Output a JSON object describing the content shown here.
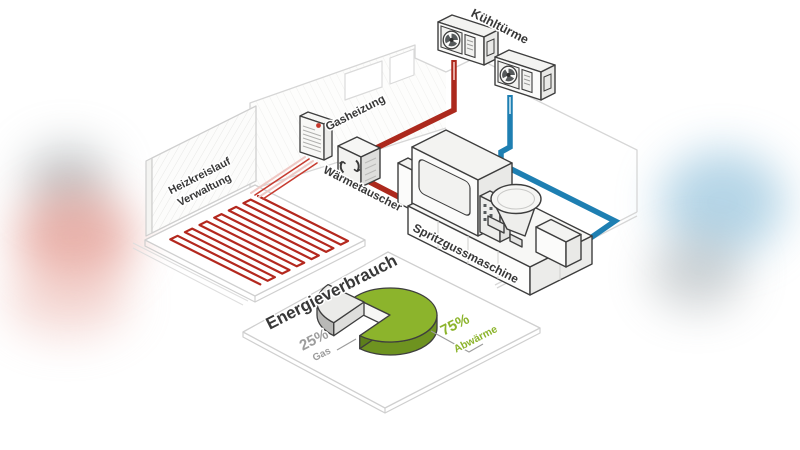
{
  "scene": {
    "labels": {
      "cooling_towers": "Kühltürme",
      "gas_heating": "Gasheizung",
      "heat_exchanger": "Wärmetauscher",
      "heating_circuit_line1": "Heizkreislauf",
      "heating_circuit_line2": "Verwaltung",
      "machine": "Spritzgussmaschine"
    },
    "energy_chart": {
      "title": "Energieverbrauch",
      "slices": [
        {
          "pct": "25%",
          "label": "Gas",
          "color": "#ebebe9"
        },
        {
          "pct": "75%",
          "label": "Abwärme",
          "color": "#8cb42c"
        }
      ]
    },
    "colors": {
      "hot_pipe": "#ac291d",
      "cold_pipe": "#1e7fb2",
      "waste_heat_green": "#8cb42c",
      "gas_gray": "#9d9d9d",
      "outline_dark": "#3e3e3e",
      "outline_light": "#d3d3d3"
    }
  },
  "chart_data": {
    "type": "pie",
    "title": "Energieverbrauch",
    "labels": [
      "Gas",
      "Abwärme"
    ],
    "values": [
      25,
      75
    ],
    "colors": [
      "#ebebe9",
      "#8cb42c"
    ],
    "exploded": [
      true,
      false
    ],
    "legend_position": "callout-labels",
    "style": "3d-isometric"
  }
}
